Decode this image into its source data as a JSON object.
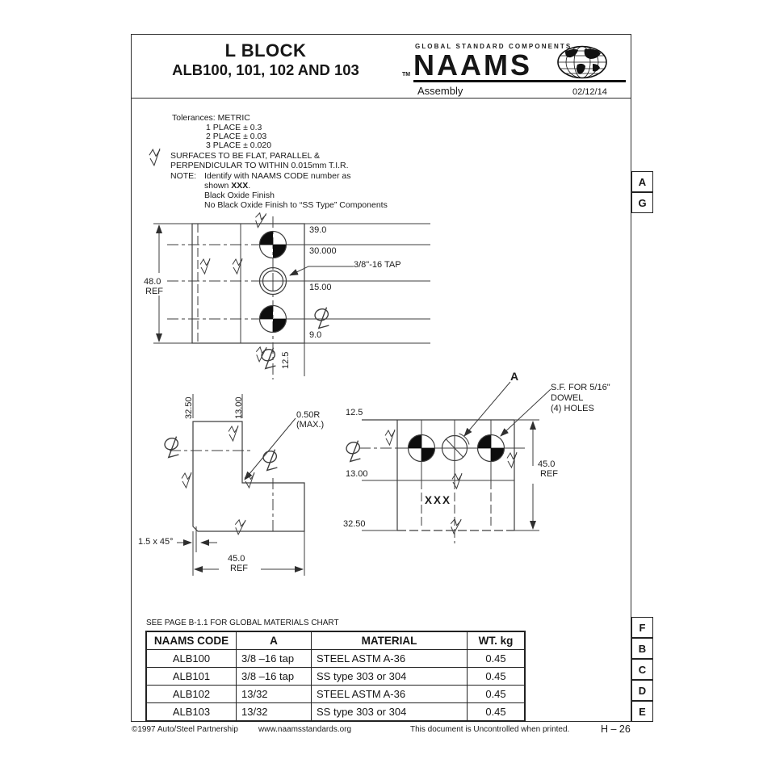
{
  "header": {
    "title_line1": "L BLOCK",
    "title_line2": "ALB100, 101, 102 AND 103",
    "brand": {
      "tagline": "GLOBAL STANDARD COMPONENTS",
      "tm": "TM",
      "name": "NAAMS",
      "subtitle": "Assembly",
      "date": "02/12/14"
    }
  },
  "notes": {
    "tolerances_title": "Tolerances: METRIC",
    "tol1": "1 PLACE ± 0.3",
    "tol2": "2 PLACE ± 0.03",
    "tol3": "3 PLACE ± 0.020",
    "surface1": "SURFACES TO BE FLAT, PARALLEL &",
    "surface2": "PERPENDICULAR TO WITHIN 0.015mm T.I.R.",
    "note_label": "NOTE:",
    "note1": "Identify with NAAMS CODE number as",
    "note2_pre": "shown ",
    "note2_bold": "XXX",
    "note2_post": ".",
    "note3": "Black Oxide Finish",
    "note4": "No Black Oxide Finish to “SS Type” Components"
  },
  "view_top": {
    "dim_height": "48.0",
    "dim_height_ref": "REF",
    "dim_39": "39.0",
    "dim_30": "30.000",
    "tap_label": "3/8\"-16 TAP",
    "dim_15": "15.00",
    "dim_9": "9.0",
    "dim_125": "12.5"
  },
  "view_front": {
    "dim_325": "32.50",
    "dim_13": "13.00",
    "radius_label1": "0.50R",
    "radius_label2": "(MAX.)",
    "chamfer": "1.5 x 45°",
    "dim_45": "45.0",
    "dim_45_ref": "REF"
  },
  "view_side": {
    "datum_label": "A",
    "sf1": "S.F.  FOR 5/16\"",
    "sf2": "DOWEL",
    "sf3": "(4) HOLES",
    "dim_125": "12.5",
    "dim_13": "13.00",
    "dim_325": "32.50",
    "dim_45": "45.0",
    "dim_45_ref": "REF",
    "part_mark": "XXX"
  },
  "materials_table": {
    "caption": "SEE PAGE B-1.1 FOR GLOBAL MATERIALS CHART",
    "headers": [
      "NAAMS CODE",
      "A",
      "MATERIAL",
      "WT. kg"
    ],
    "rows": [
      {
        "code": "ALB100",
        "a": "3/8 –16 tap",
        "material": "STEEL ASTM A-36",
        "wt": "0.45"
      },
      {
        "code": "ALB101",
        "a": "3/8 –16 tap",
        "material": "SS type 303 or 304",
        "wt": "0.45"
      },
      {
        "code": "ALB102",
        "a": "13/32",
        "material": "STEEL ASTM A-36",
        "wt": "0.45"
      },
      {
        "code": "ALB103",
        "a": "13/32",
        "material": "SS type 303 or 304",
        "wt": "0.45"
      }
    ]
  },
  "tabs": {
    "top": [
      "A",
      "G"
    ],
    "bottom": [
      "F",
      "B",
      "C",
      "D",
      "E"
    ]
  },
  "footer": {
    "copyright": "©1997 Auto/Steel Partnership",
    "website": "www.naamsstandards.org",
    "notice": "This document is Uncontrolled when printed.",
    "page": "H – 26"
  },
  "colors": {
    "line": "#3d3d3d",
    "text": "#161616",
    "background": "#ffffff"
  }
}
